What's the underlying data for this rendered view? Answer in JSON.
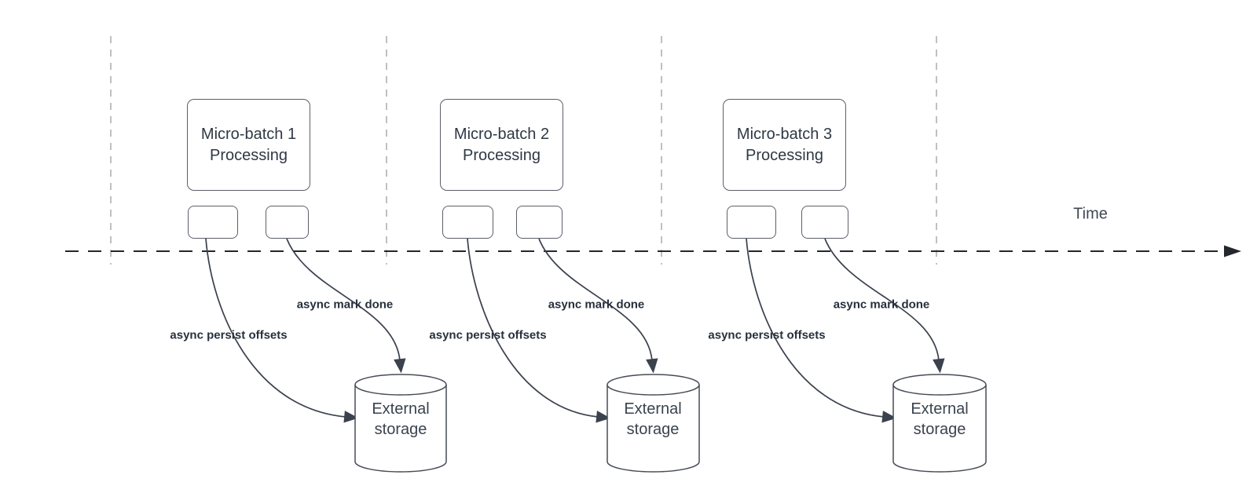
{
  "timeline": {
    "label": "Time"
  },
  "groups": [
    {
      "title_line1": "Micro-batch 1",
      "title_line2": "Processing",
      "persist_arrow_label": "async persist offsets",
      "mark_done_arrow_label": "async mark done",
      "storage_line1": "External",
      "storage_line2": "storage"
    },
    {
      "title_line1": "Micro-batch 2",
      "title_line2": "Processing",
      "persist_arrow_label": "async persist offsets",
      "mark_done_arrow_label": "async mark done",
      "storage_line1": "External",
      "storage_line2": "storage"
    },
    {
      "title_line1": "Micro-batch 3",
      "title_line2": "Processing",
      "persist_arrow_label": "async persist offsets",
      "mark_done_arrow_label": "async mark done",
      "storage_line1": "External",
      "storage_line2": "storage"
    }
  ],
  "colors": {
    "connector": "#3b414d",
    "divider": "#b0b0b0",
    "timeline": "#24272c",
    "shape_border": "#5b6068",
    "text": "#2f3844"
  }
}
